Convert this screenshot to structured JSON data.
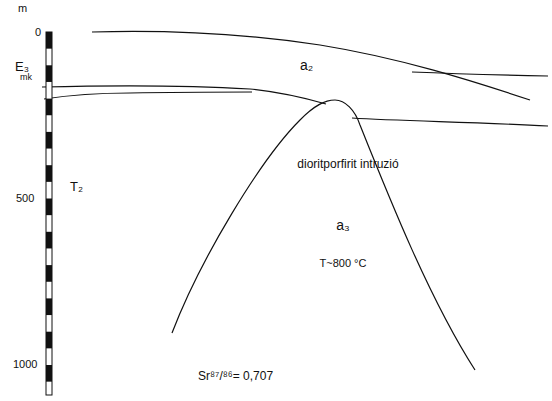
{
  "diagram": {
    "nodes": [
      {
        "text": [
          "dioritporfirit intruzió",
          "a₃",
          "T~800 °C"
        ]
      }
    ],
    "labels": [
      "m",
      "0",
      "500",
      "1000",
      "E₃",
      "mk",
      "a₂",
      "T₂",
      "Sr⁸⁷/⁸⁶= 0,707"
    ]
  }
}
